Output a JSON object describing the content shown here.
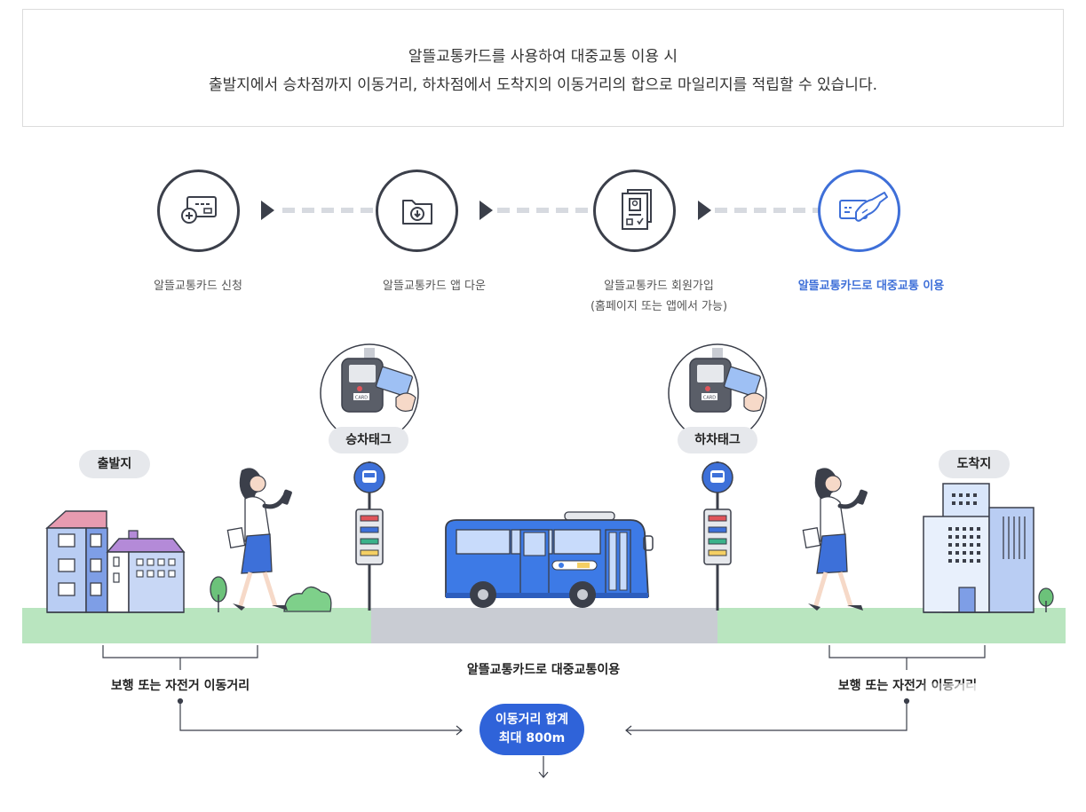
{
  "intro": {
    "line1": "알뜰교통카드를 사용하여 대중교통 이용 시",
    "line2": "출발지에서 승차점까지 이동거리, 하차점에서 도착지의 이동거리의 합으로 마일리지를 적립할 수 있습니다."
  },
  "steps": [
    {
      "label": "알뜰교통카드 신청",
      "icon": "card-plus-icon"
    },
    {
      "label": "알뜰교통카드 앱 다운",
      "icon": "download-folder-icon"
    },
    {
      "label": "알뜰교통카드 회원가입",
      "sub": "(홈페이지 또는 앱에서 가능)",
      "icon": "signup-document-icon"
    },
    {
      "label": "알뜰교통카드로 대중교통 이용",
      "icon": "card-hand-icon",
      "active": true
    }
  ],
  "scene": {
    "departure": "출발지",
    "arrival": "도착지",
    "board_tag": "승차태그",
    "alight_tag": "하차태그",
    "card_text": "CARD",
    "left_caption": "보행 또는 자전거 이동거리",
    "middle_caption": "알뜰교통카드로 대중교통이용",
    "right_caption": "보행 또는 자전거 이동거리"
  },
  "total": {
    "line1": "이동거리 합계",
    "line2": "최대 800m"
  },
  "colors": {
    "accent": "#3e6fd8",
    "dark": "#3b3f4a",
    "grass": "#b9e5bf",
    "road": "#c9ccd3",
    "bus": "#3d7ae6"
  }
}
